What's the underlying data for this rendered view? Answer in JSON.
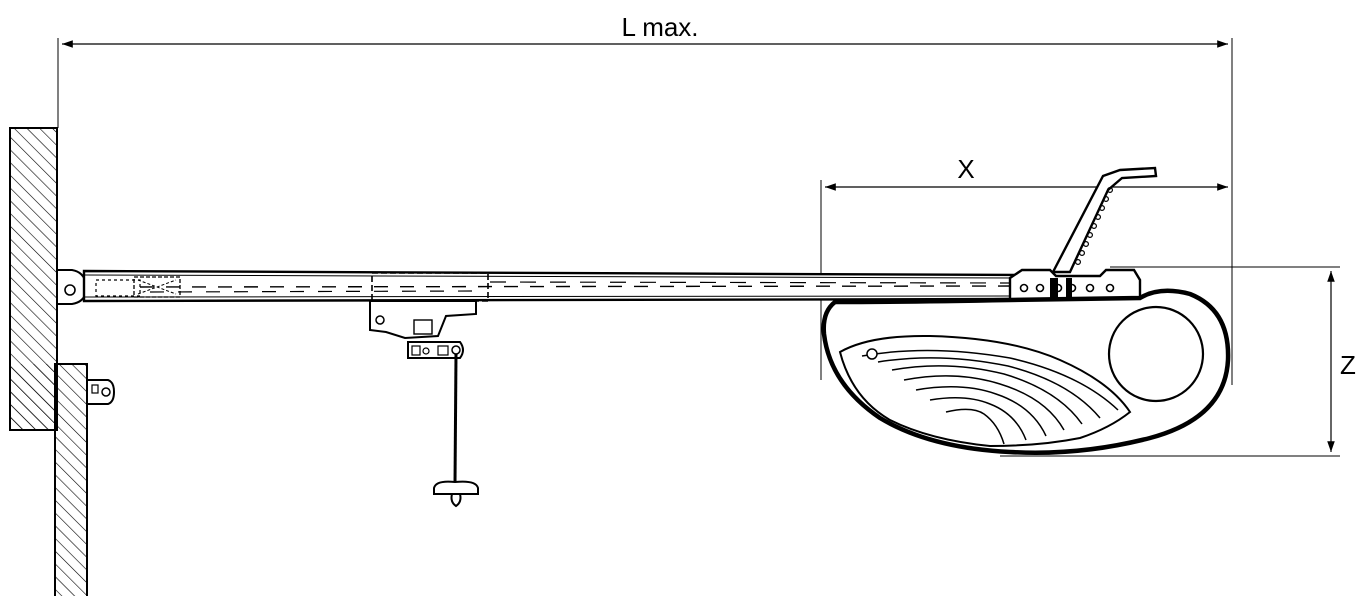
{
  "dimensions": {
    "overall_length_label": "L max.",
    "carriage_offset_label": "X",
    "motor_height_label": "Z"
  },
  "colors": {
    "ink": "#000000",
    "paper": "#ffffff"
  }
}
